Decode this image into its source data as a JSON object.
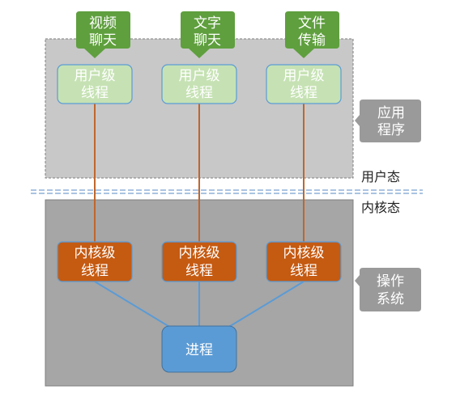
{
  "regions": {
    "user_space_label": "用户态",
    "kernel_space_label": "内核态"
  },
  "callouts": [
    {
      "line1": "视频",
      "line2": "聊天"
    },
    {
      "line1": "文字",
      "line2": "聊天"
    },
    {
      "line1": "文件",
      "line2": "传输"
    }
  ],
  "user_threads": [
    {
      "line1": "用户级",
      "line2": "线程"
    },
    {
      "line1": "用户级",
      "line2": "线程"
    },
    {
      "line1": "用户级",
      "line2": "线程"
    }
  ],
  "kernel_threads": [
    {
      "line1": "内核级",
      "line2": "线程"
    },
    {
      "line1": "内核级",
      "line2": "线程"
    },
    {
      "line1": "内核级",
      "line2": "线程"
    }
  ],
  "process": {
    "label": "进程"
  },
  "side_tags": {
    "app": {
      "line1": "应用",
      "line2": "程序"
    },
    "os": {
      "line1": "操作",
      "line2": "系统"
    }
  },
  "colors": {
    "user_region": "#c8c8c8",
    "kernel_region": "#a6a6a6",
    "callout": "#5f9f3e",
    "user_thread": "#c6e2b4",
    "kernel_thread": "#c55a11",
    "process": "#5b9bd5",
    "orange_link": "#c0662d",
    "blue_link": "#5b9bd5",
    "side_tag": "#9a9a9a"
  }
}
